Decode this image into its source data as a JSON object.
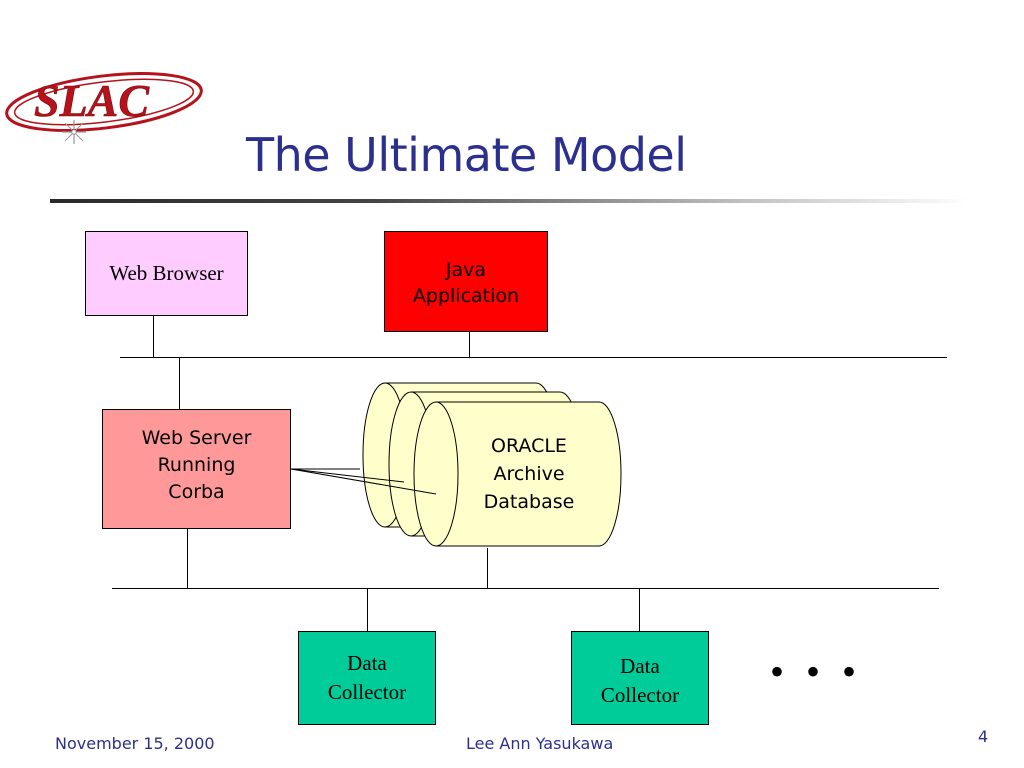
{
  "logo": {
    "text": "SLAC"
  },
  "title": "The Ultimate Model",
  "diagram": {
    "web_browser": "Web Browser",
    "java_application": "Java\nApplication",
    "web_server": "Web Server\nRunning\nCorba",
    "oracle_db": "ORACLE\nArchive\nDatabase",
    "data_collector_1": "Data\nCollector",
    "data_collector_2": "Data\nCollector",
    "ellipsis": "• • •"
  },
  "colors": {
    "title": "#2b2f8e",
    "web_browser_fill": "#ffccff",
    "java_application_fill": "#ff0000",
    "web_server_fill": "#ff9999",
    "database_fill": "#ffffcc",
    "data_collector_fill": "#00cc99"
  },
  "footer": {
    "date": "November 15, 2000",
    "author": "Lee Ann Yasukawa",
    "page": "4"
  }
}
